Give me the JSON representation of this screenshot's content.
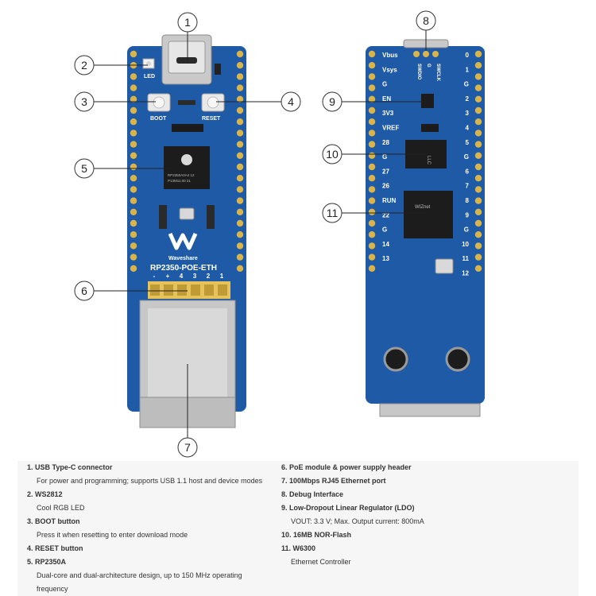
{
  "board_front": {
    "silk_name": "RP2350-POE-ETH",
    "silk_brand": "Waveshare",
    "silk_led": "LED",
    "silk_boot": "BOOT",
    "silk_reset": "RESET",
    "header_pins": [
      "-",
      "+",
      "4",
      "3",
      "2",
      "1"
    ],
    "chip_text_1": "RP2350A0A4 12",
    "chip_text_2": "P13M11.00  21"
  },
  "board_back": {
    "left_pins": [
      "Vbus",
      "Vsys",
      "G",
      "EN",
      "3V3",
      "VREF",
      "28",
      "G",
      "27",
      "26",
      "RUN",
      "22",
      "G",
      "14",
      "13"
    ],
    "right_pins": [
      "0",
      "1",
      "G",
      "2",
      "3",
      "4",
      "5",
      "G",
      "6",
      "7",
      "8",
      "9",
      "G",
      "10",
      "11",
      "12"
    ],
    "debug_labels": [
      "SWDIO",
      "G",
      "SWCLK"
    ],
    "ldo_text": "LLC",
    "eth_chip_text": "WIZnet"
  },
  "callouts": [
    "1",
    "2",
    "3",
    "4",
    "5",
    "6",
    "7",
    "8",
    "9",
    "10",
    "11"
  ],
  "legend": {
    "left": [
      {
        "num": "1.",
        "title": "USB Type-C connector",
        "desc": [
          "For power and programming; supports USB 1.1 host and device modes"
        ]
      },
      {
        "num": "2.",
        "title": "WS2812",
        "desc": [
          "Cool RGB LED"
        ]
      },
      {
        "num": "3.",
        "title": "BOOT button",
        "desc": [
          "Press it when resetting to enter download mode"
        ]
      },
      {
        "num": "4.",
        "title": "RESET button",
        "desc": []
      },
      {
        "num": "5.",
        "title": "RP2350A",
        "desc": [
          "Dual-core and dual-architecture design, up to 150 MHz operating",
          "frequency"
        ]
      }
    ],
    "right": [
      {
        "num": "6.",
        "title": "PoE module & power supply header",
        "desc": []
      },
      {
        "num": "7.",
        "title": "100Mbps RJ45 Ethernet port",
        "desc": []
      },
      {
        "num": "8.",
        "title": "Debug Interface",
        "desc": []
      },
      {
        "num": "9.",
        "title": "Low-Dropout Linear Regulator (LDO)",
        "desc": [
          "VOUT: 3.3 V; Max. Output current: 800mA"
        ]
      },
      {
        "num": "10.",
        "title": "16MB NOR-Flash",
        "desc": []
      },
      {
        "num": "11.",
        "title": "W6300",
        "desc": [
          "Ethernet Controller"
        ]
      }
    ]
  },
  "colors": {
    "pcb": "#1f5aa6",
    "pad": "#d8b44a",
    "silk": "#ffffff",
    "chip": "#1c1c1c",
    "callout_line": "#222222"
  }
}
